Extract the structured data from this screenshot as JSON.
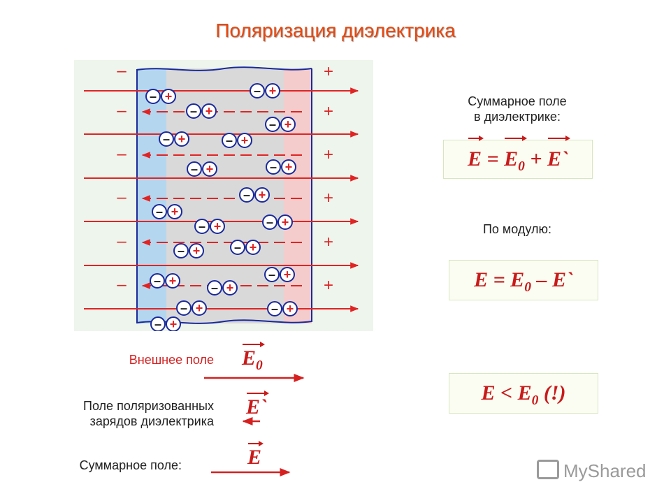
{
  "title": "Поляризация диэлектрика",
  "diagram": {
    "left_plate_sign": "–",
    "right_plate_sign": "+",
    "dipole_negative": "–",
    "dipole_positive": "+",
    "colors": {
      "field": "#e02424",
      "dipole_outline": "#1a2a9a",
      "dielectric_fill": "#d7d7d7",
      "negative_zone": "#a8d0ef",
      "positive_zone": "#f6c6c6"
    }
  },
  "total_field_label": "Суммарное поле\nв диэлектрике:",
  "formula_sum": {
    "E": "E",
    "eq": " = ",
    "E0": "E",
    "sub0": "0",
    "plus": " + ",
    "Ep": "E`"
  },
  "modulus_label": "По модулю:",
  "formula_mod": {
    "E": "E",
    "eq": " = E",
    "sub0": "0",
    "rest": " – E`"
  },
  "formula_ineq": {
    "left": "E < E",
    "sub0": "0",
    "rest": " (!)"
  },
  "legend": {
    "external_label": "Внешнее поле",
    "external_symbol": "E",
    "external_sub": "0",
    "polarized_label": "Поле поляризованных\nзарядов диэлектрика",
    "polarized_symbol": "E`",
    "total_label": "Суммарное поле:",
    "total_symbol": "E"
  },
  "watermark": "MyShared"
}
